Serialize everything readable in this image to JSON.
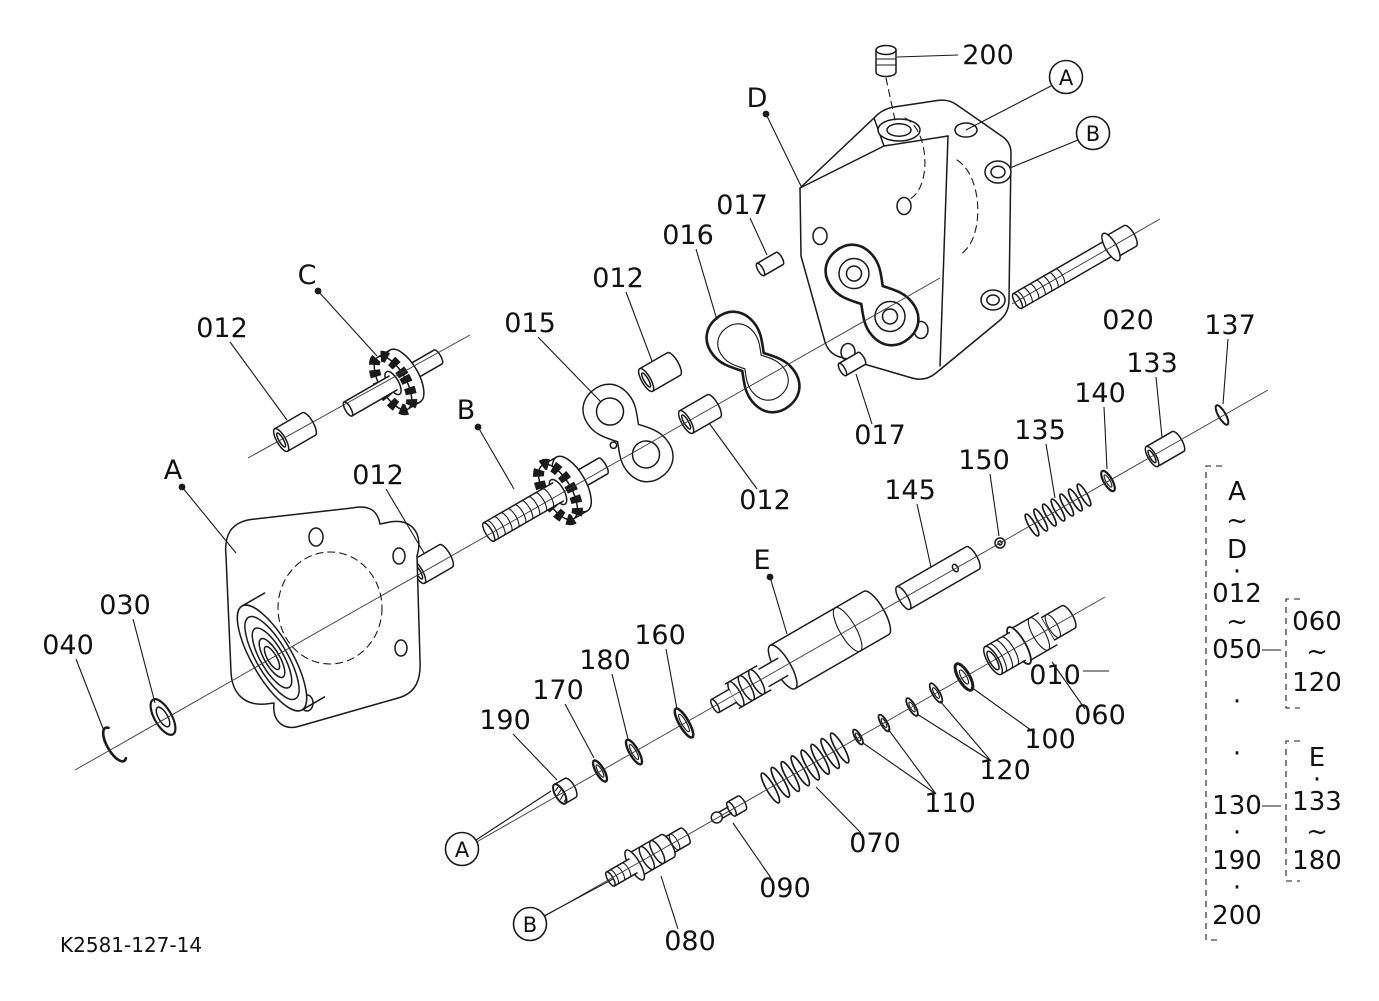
{
  "drawing_code": "K2581-127-14",
  "callouts": {
    "plug_200_top": "200",
    "ref_d": "D",
    "pin_017_top": "017",
    "gasket_016": "016",
    "bushing_012_top": "012",
    "plate_015": "015",
    "ref_c": "C",
    "bushing_012_left": "012",
    "bolt_020": "020",
    "ring_137": "137",
    "bushing_133": "133",
    "oring_140": "140",
    "spring_135": "135",
    "seat_150": "150",
    "spool_145": "145",
    "ref_b": "B",
    "bushing_012_b": "012",
    "bushing_012_mid": "012",
    "pin_017_low": "017",
    "ref_a": "A",
    "ref_e": "E",
    "washer_030": "030",
    "snap_ring_040": "040",
    "oring_160": "160",
    "oring_180": "180",
    "oring_170": "170",
    "plug_190": "190",
    "assembly_010": "010",
    "coupler_060": "060",
    "oring_100": "100",
    "washers_120": "120",
    "washers_110": "110",
    "spring_070": "070",
    "seat_090": "090",
    "valve_080": "080"
  },
  "balloons": {
    "top_a": "A",
    "top_b": "B",
    "bottom_a": "A",
    "bottom_b": "B"
  },
  "legend": {
    "column": [
      "A",
      "~",
      "D",
      "·",
      "012",
      "~",
      "050",
      "·",
      "·",
      "130",
      "·",
      "190",
      "·",
      "200"
    ],
    "sub_group_top": [
      "060",
      "~",
      "120"
    ],
    "sub_group_bottom": [
      "E",
      "·",
      "133",
      "~",
      "180"
    ]
  }
}
